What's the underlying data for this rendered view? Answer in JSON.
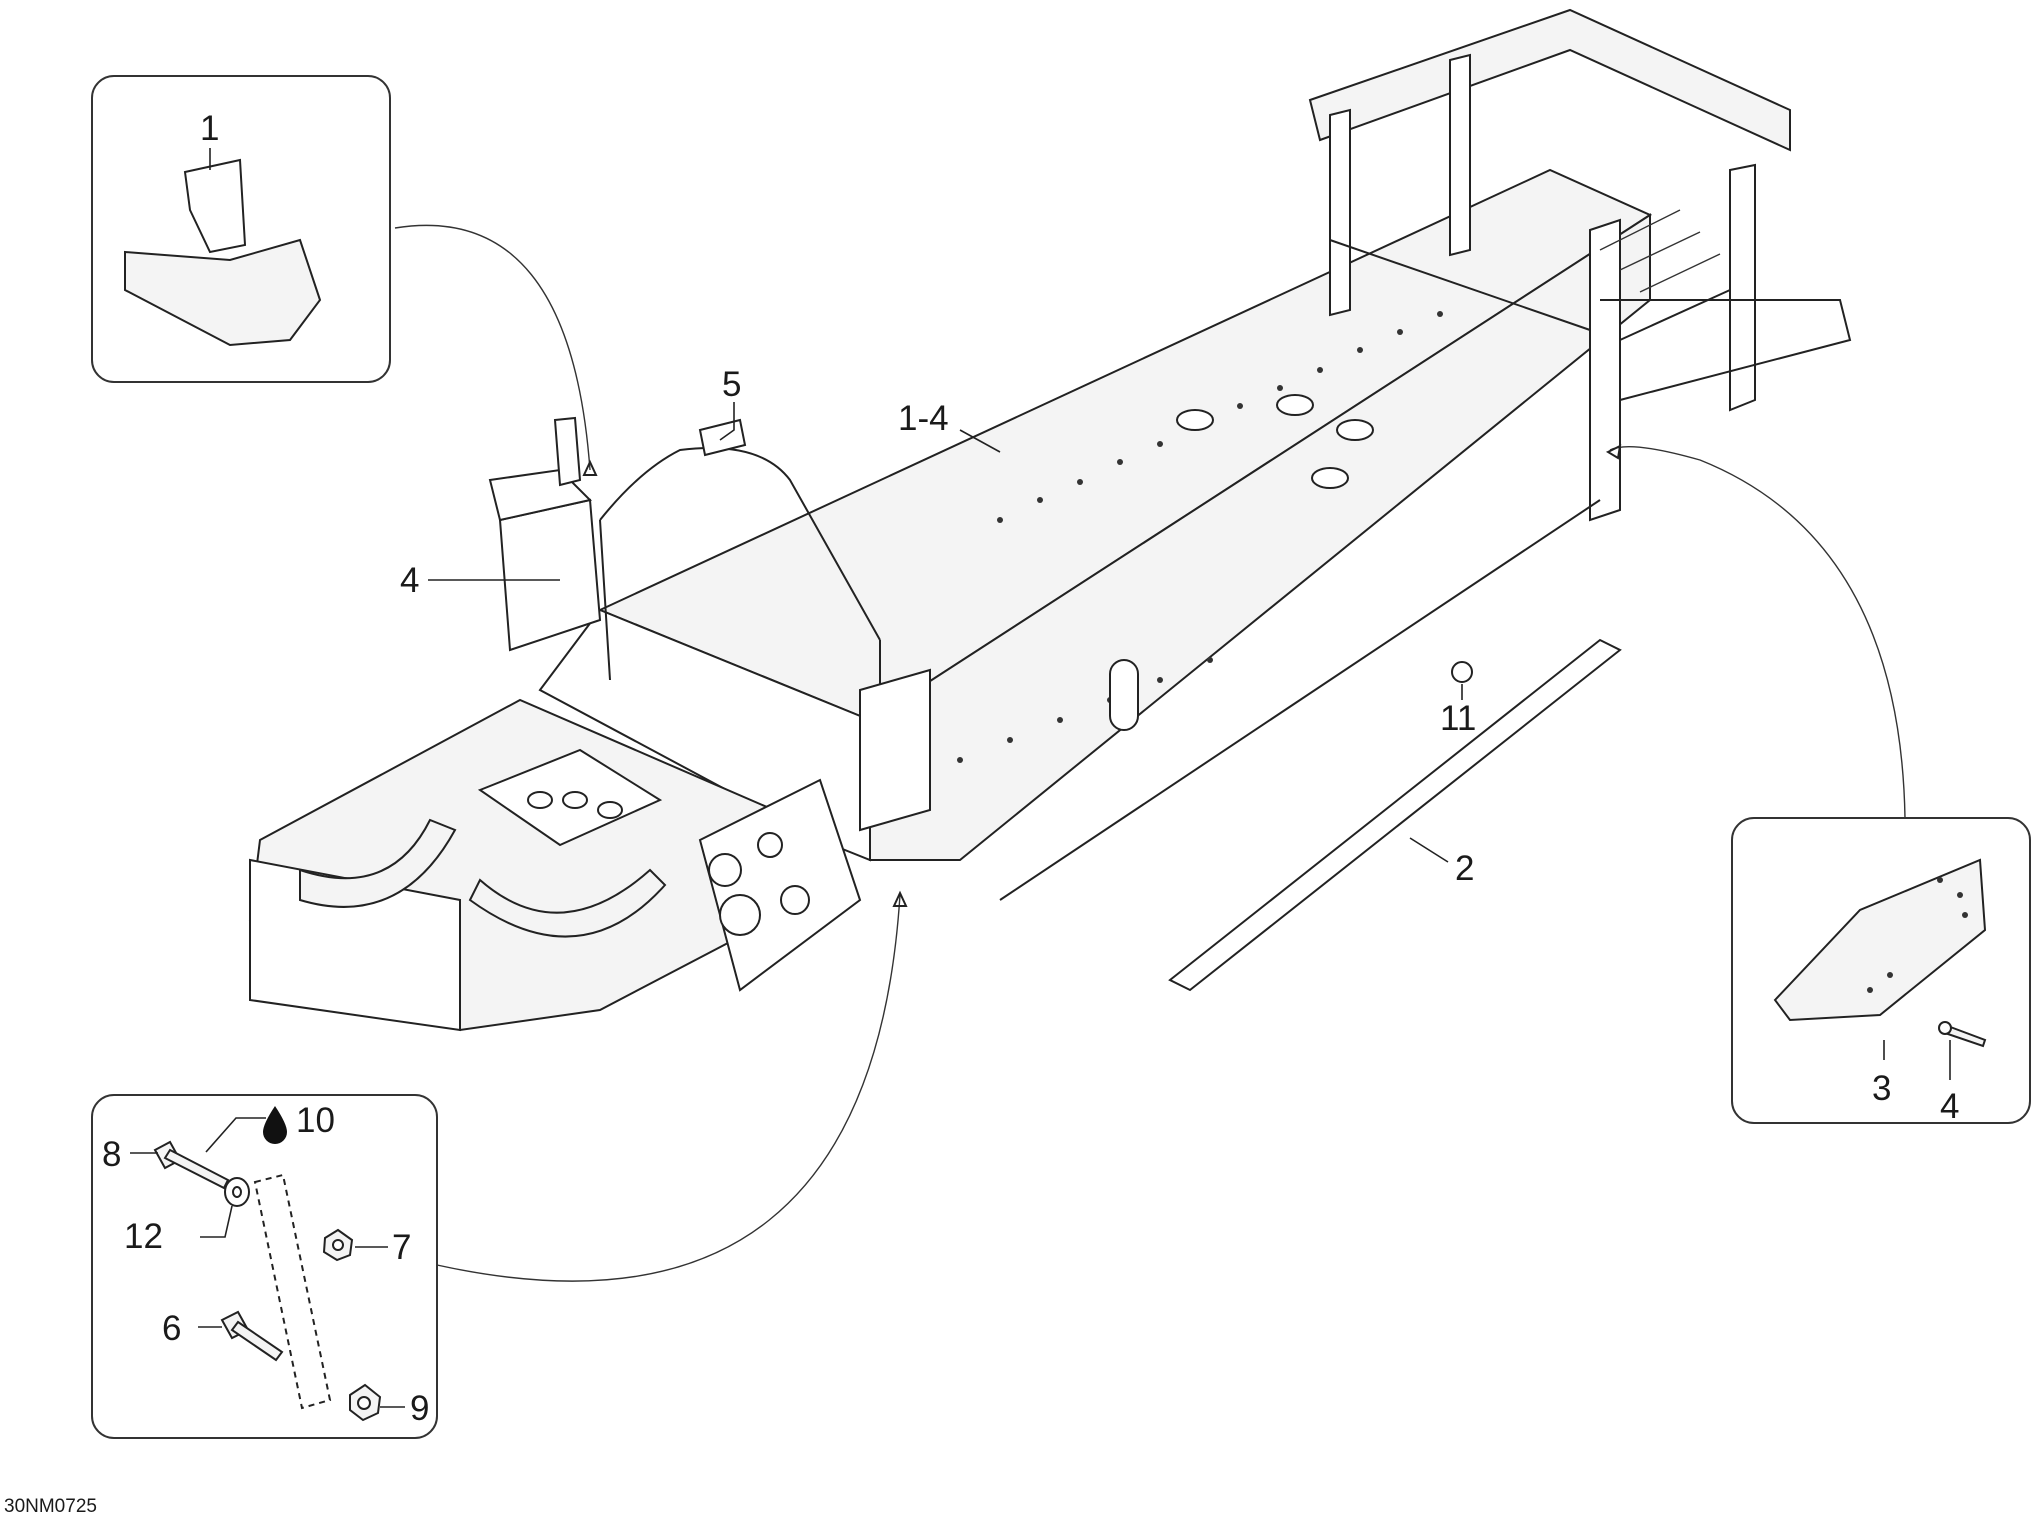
{
  "diagram_code": "30NM0725",
  "watermark": "",
  "callouts": {
    "c1": "1",
    "c1_4": "1-4",
    "c2": "2",
    "c3": "3",
    "c4_left": "4",
    "c4_right": "4",
    "c5": "5",
    "c6": "6",
    "c7": "7",
    "c8": "8",
    "c9": "9",
    "c10": "10",
    "c11": "11",
    "c12": "12"
  },
  "icons": {
    "threadlocker": "oil-drop-icon"
  }
}
